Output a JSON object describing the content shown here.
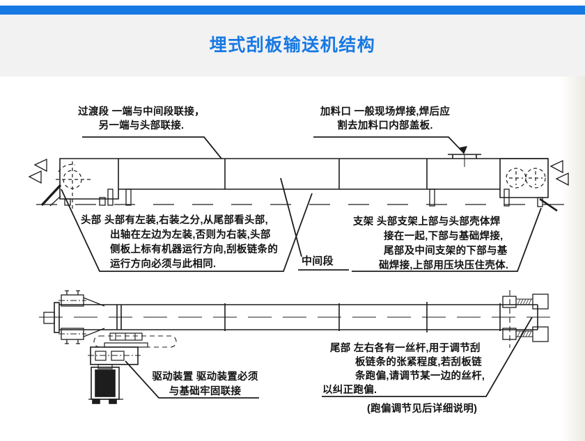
{
  "header": {
    "title": "埋式刮板输送机结构",
    "accent_color": "#1779e3",
    "band_bg": "#f2f2f3"
  },
  "diagram": {
    "line_color": "#1c1c1c",
    "transition": {
      "lines": [
        "过渡段 一端与中间段联接，",
        "另一端与头部联接."
      ]
    },
    "feed_inlet": {
      "lines": [
        "加料口 一般现场焊接,焊后应",
        "割去加料口内部盖板."
      ]
    },
    "head": {
      "lines": [
        "头部 头部有左装,右装之分,从尾部看头部,",
        "出轴在左边为左装,否则为右装,头部",
        "侧板上标有机器运行方向,刮板链条的",
        "运行方向必须与此相同."
      ]
    },
    "middle_section": {
      "label": "中间段"
    },
    "support": {
      "lines": [
        "支架 头部支架上部与头部壳体焊",
        "接在一起,下部与基础焊接,",
        "尾部及中间支架的下部与基",
        "础焊接,上部用压块压住壳体."
      ]
    },
    "drive": {
      "lines": [
        "驱动装置 驱动装置必须",
        "与基础牢固联接"
      ]
    },
    "tail": {
      "lines": [
        "尾部 左右各有一丝杆,用于调节刮",
        "板链条的张紧程度,若刮板链",
        "条跑偏,请调节某一边的丝杆,",
        "以纠正跑偏."
      ],
      "note": "(跑偏调节见后详细说明)"
    }
  }
}
